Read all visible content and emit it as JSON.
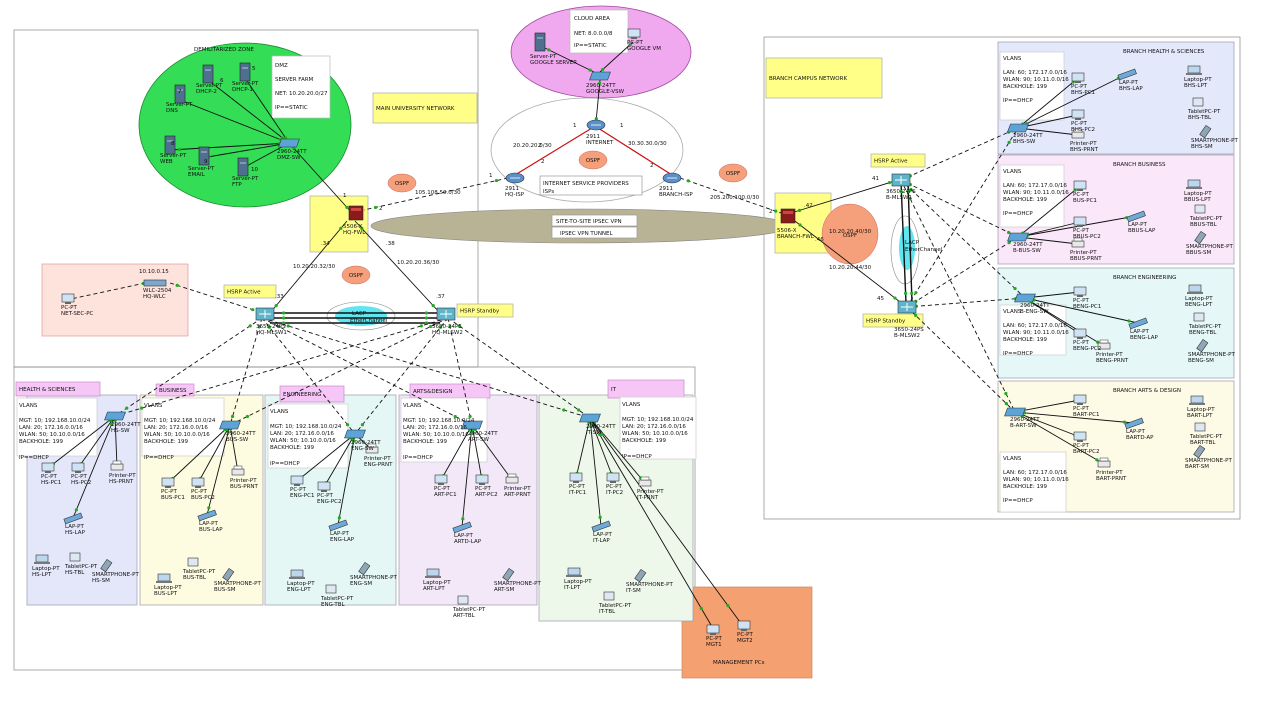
{
  "colors": {
    "dmz": "#33dd55",
    "cloud": "#f0a8ef",
    "isp_ellipse": "#ffffff",
    "vpn_tunnel": "#b8b394",
    "yellow_note": "#ffff88",
    "ospf": "#f5a07a",
    "lacp": "#5fe6f0",
    "health": "#e4e6fa",
    "business": "#fdfbe0",
    "engineering": "#e4f7f4",
    "arts": "#f3e8f8",
    "it": "#eef8ea",
    "mgmt": "#f5a070",
    "net_sec": "#fde3dc",
    "branch_health": "#e4e8fb",
    "branch_business": "#fbe7fa",
    "branch_eng": "#e6f7f8",
    "branch_arts": "#fdfbe6",
    "pink_label": "#f6c6f6",
    "link_red": "#cc1111"
  },
  "areas": {
    "dmz_title": "DEMILITARIZED ZONE",
    "dmz_info": [
      "DMZ",
      "SERVER FARM",
      "NET: 10.20.20.0/27",
      "IP==STATIC"
    ],
    "cloud_title": "CLOUD AREA",
    "cloud_info": [
      "NET: 8.0.0.0/8",
      "IP==STATIC"
    ],
    "main_network": "MAIN UNIVERSITY NETWORK",
    "branch_network": "BRANCH CAMPUS NETWORK",
    "isp_title": "INTERNET SERVICE PROVIDERS",
    "isp_sub": "ISPs",
    "vpn1": "SITE-TO-SITE IPSEC VPN",
    "vpn2": "IPSEC VPN TUNNEL",
    "mgmt_title": "MANAGEMENT PCs",
    "hsrp_active": "HSRP Active",
    "hsrp_standby": "HSRP Standby",
    "ospf": "OSPF",
    "lacp1": "LACP",
    "lacp2": "EtherChannel"
  },
  "networks": {
    "n1": "105.108.50.0/30",
    "n2": "20.20.20.0/30",
    "n3": "30.30.30.0/30",
    "n4": "205.200.100.0/30",
    "n5": "10.20.20.32/30",
    "n6": "10.20.20.36/30",
    "n7": "10.20.20.40/30",
    "n8": "10.20.20.44/30",
    "wlc_ip": "10.10.0.15"
  },
  "ports": [
    "1",
    "2",
    "1",
    "2",
    "1",
    "1",
    "2",
    "2",
    ".34",
    ".38",
    ".33",
    ".37",
    ".42",
    ".46",
    "41",
    "45",
    "2",
    "3",
    "5",
    "6",
    "7",
    "8",
    "9",
    "10"
  ],
  "devices": {
    "google_server": [
      "Server-PT",
      "GOOGLE SERVER"
    ],
    "google_vm": [
      "PC-PT",
      "GOOGLE VM"
    ],
    "google_vsw": [
      "2960-24TT",
      "GOOGLE-VSW"
    ],
    "internet": [
      "2911",
      "INTERNET"
    ],
    "hq_isp": [
      "2911",
      "HQ-ISP"
    ],
    "branch_isp": [
      "2911",
      "BRANCH-ISP"
    ],
    "hq_fwl": [
      "5506-X",
      "HQ-FWL"
    ],
    "branch_fwl": [
      "5506-X",
      "BRANCH-FWL"
    ],
    "dmz_sw": [
      "2960-24TT",
      "DMZ-SW"
    ],
    "srv_dns": [
      "Server-PT",
      "DNS"
    ],
    "srv_dhcp2": [
      "Server-PT",
      "DHCP-2"
    ],
    "srv_dhcp1": [
      "Server-PT",
      "DHCP-1"
    ],
    "srv_web": [
      "Server-PT",
      "WEB"
    ],
    "srv_email": [
      "Server-PT",
      "EMAIL"
    ],
    "srv_ftp": [
      "Server-PT",
      "FTP"
    ],
    "hq_mlsw1": [
      "3650-24PS",
      "HQ-MLSW1"
    ],
    "hq_mlsw2": [
      "3650-24PS",
      "HQ-MLSW2"
    ],
    "hq_wlc": [
      "WLC-2504",
      "HQ-WLC"
    ],
    "net_sec_pc": [
      "PC-PT",
      "NET-SEC-PC"
    ],
    "b_mlsw1": [
      "3650-24PS",
      "B-MLSW1"
    ],
    "b_mlsw2": [
      "3650-24PS",
      "B-MLSW2"
    ],
    "mgt1": [
      "PC-PT",
      "MGT1"
    ],
    "mgt2": [
      "PC-PT",
      "MGT2"
    ]
  },
  "main_vlans": {
    "header": "VLANS",
    "lines": [
      "MGT: 10; 192.168.10.0/24",
      "LAN: 20; 172.16.0.0/16",
      "WLAN: 50; 10.10.0.0/16",
      "BACKHOLE: 199"
    ],
    "ip": "IP==DHCP"
  },
  "branch_vlans": {
    "header": "VLANS",
    "lines": [
      "LAN: 60; 172.17.0.0/16",
      "WLAN: 90; 10.11.0.0/16",
      "BACKHOLE: 199"
    ],
    "ip": "IP==DHCP"
  },
  "departments": [
    {
      "title": "HEALTH & SCIENCES",
      "sw": [
        "2960-24TT",
        "HS-SW"
      ],
      "pc1": [
        "PC-PT",
        "HS-PC1"
      ],
      "pc2": [
        "PC-PT",
        "HS-PC2"
      ],
      "prn": [
        "Printer-PT",
        "HS-PRNT"
      ],
      "lap": [
        "LAP-PT",
        "HS-LAP"
      ],
      "lpt": [
        "Laptop-PT",
        "HS-LPT"
      ],
      "tbl": [
        "TabletPC-PT",
        "HS-TBL"
      ],
      "sm": [
        "SMARTPHONE-PT",
        "HS-SM"
      ]
    },
    {
      "title": "BUSINESS",
      "sw": [
        "2960-24TT",
        "BUS-SW"
      ],
      "pc1": [
        "PC-PT",
        "BUS-PC1"
      ],
      "pc2": [
        "PC-PT",
        "BUS-PC2"
      ],
      "prn": [
        "Printer-PT",
        "BUS-PRNT"
      ],
      "lap": [
        "LAP-PT",
        "BUS-LAP"
      ],
      "lpt": [
        "Laptop-PT",
        "BUS-LPT"
      ],
      "tbl": [
        "TabletPC-PT",
        "BUS-TBL"
      ],
      "sm": [
        "SMARTPHONE-PT",
        "BUS-SM"
      ]
    },
    {
      "title": "ENGINEERING",
      "sw": [
        "2960-24TT",
        "ENG-SW"
      ],
      "pc1": [
        "PC-PT",
        "ENG-PC1"
      ],
      "pc2": [
        "PC-PT",
        "ENG-PC2"
      ],
      "prn": [
        "Printer-PT",
        "ENG-PRNT"
      ],
      "lap": [
        "LAP-PT",
        "ENG-LAP"
      ],
      "lpt": [
        "Laptop-PT",
        "ENG-LPT"
      ],
      "tbl": [
        "TabletPC-PT",
        "ENG-TBL"
      ],
      "sm": [
        "SMARTPHONE-PT",
        "ENG-SM"
      ]
    },
    {
      "title": "ARTS&DESIGN",
      "sw": [
        "2960-24TT",
        "ART-SW"
      ],
      "pc1": [
        "PC-PT",
        "ART-PC1"
      ],
      "pc2": [
        "PC-PT",
        "ART-PC2"
      ],
      "prn": [
        "Printer-PT",
        "ART-PRNT"
      ],
      "lap": [
        "LAP-PT",
        "ARTD-LAP"
      ],
      "lpt": [
        "Laptop-PT",
        "ART-LPT"
      ],
      "tbl": [
        "TabletPC-PT",
        "ART-TBL"
      ],
      "sm": [
        "SMARTPHONE-PT",
        "ART-SM"
      ]
    },
    {
      "title": "IT",
      "sw": [
        "2960-24TT",
        "IT-SW"
      ],
      "pc1": [
        "PC-PT",
        "IT-PC1"
      ],
      "pc2": [
        "PC-PT",
        "IT-PC2"
      ],
      "prn": [
        "Printer-PT",
        "IT-PRNT"
      ],
      "lap": [
        "LAP-PT",
        "IT-LAP"
      ],
      "lpt": [
        "Laptop-PT",
        "IT-LPT"
      ],
      "tbl": [
        "TabletPC-PT",
        "IT-TBL"
      ],
      "sm": [
        "SMARTPHONE-PT",
        "IT-SM"
      ]
    }
  ],
  "branches": [
    {
      "title": "BRANCH HEALTH & SCIENCES",
      "sw": [
        "2960-24TT",
        "BHS-SW"
      ],
      "pc1": [
        "PC-PT",
        "BHS-PC1"
      ],
      "pc2": [
        "PC-PT",
        "BHS-PC2"
      ],
      "prn": [
        "Printer-PT",
        "BHS-PRNT"
      ],
      "lap": [
        "LAP-PT",
        "BHS-LAP"
      ],
      "lpt": [
        "Laptop-PT",
        "BHS-LPT"
      ],
      "tbl": [
        "TabletPC-PT",
        "BHS-TBL"
      ],
      "sm": [
        "SMARTPHONE-PT",
        "BHS-SM"
      ]
    },
    {
      "title": "BRANCH BUSINESS",
      "sw": [
        "2960-24TT",
        "B-BUS-SW"
      ],
      "pc1": [
        "PC-PT",
        "BUS-PC1"
      ],
      "pc2": [
        "PC-PT",
        "BBUS-PC2"
      ],
      "prn": [
        "Printer-PT",
        "BBUS-PRNT"
      ],
      "lap": [
        "LAP-PT",
        "BBUS-LAP"
      ],
      "lpt": [
        "Laptop-PT",
        "BBUS-LPT"
      ],
      "tbl": [
        "TabletPC-PT",
        "BBUS-TBL"
      ],
      "sm": [
        "SMARTPHONE-PT",
        "BBUS-SM"
      ]
    },
    {
      "title": "BRANCH ENGINEERING",
      "sw": [
        "2960-24TT",
        "B-ENG-SW"
      ],
      "pc1": [
        "PC-PT",
        "BENG-PC1"
      ],
      "pc2": [
        "PC-PT",
        "BENG-PC2"
      ],
      "prn": [
        "Printer-PT",
        "BENG-PRNT"
      ],
      "lap": [
        "LAP-PT",
        "BENG-LAP"
      ],
      "lpt": [
        "Laptop-PT",
        "BENG-LPT"
      ],
      "tbl": [
        "TabletPC-PT",
        "BENG-TBL"
      ],
      "sm": [
        "SMARTPHONE-PT",
        "BENG-SM"
      ]
    },
    {
      "title": "BRANCH ARTS & DESIGN",
      "sw": [
        "2960-24TT",
        "B-ART-SW"
      ],
      "pc1": [
        "PC-PT",
        "BART-PC1"
      ],
      "pc2": [
        "PC-PT",
        "BART-PC2"
      ],
      "prn": [
        "Printer-PT",
        "BART-PRNT"
      ],
      "lap": [
        "LAP-PT",
        "BARTD-AP"
      ],
      "lpt": [
        "Laptop-PT",
        "BART-LPT"
      ],
      "tbl": [
        "TabletPC-PT",
        "BART-TBL"
      ],
      "sm": [
        "SMARTPHONE-PT",
        "BART-SM"
      ]
    }
  ]
}
